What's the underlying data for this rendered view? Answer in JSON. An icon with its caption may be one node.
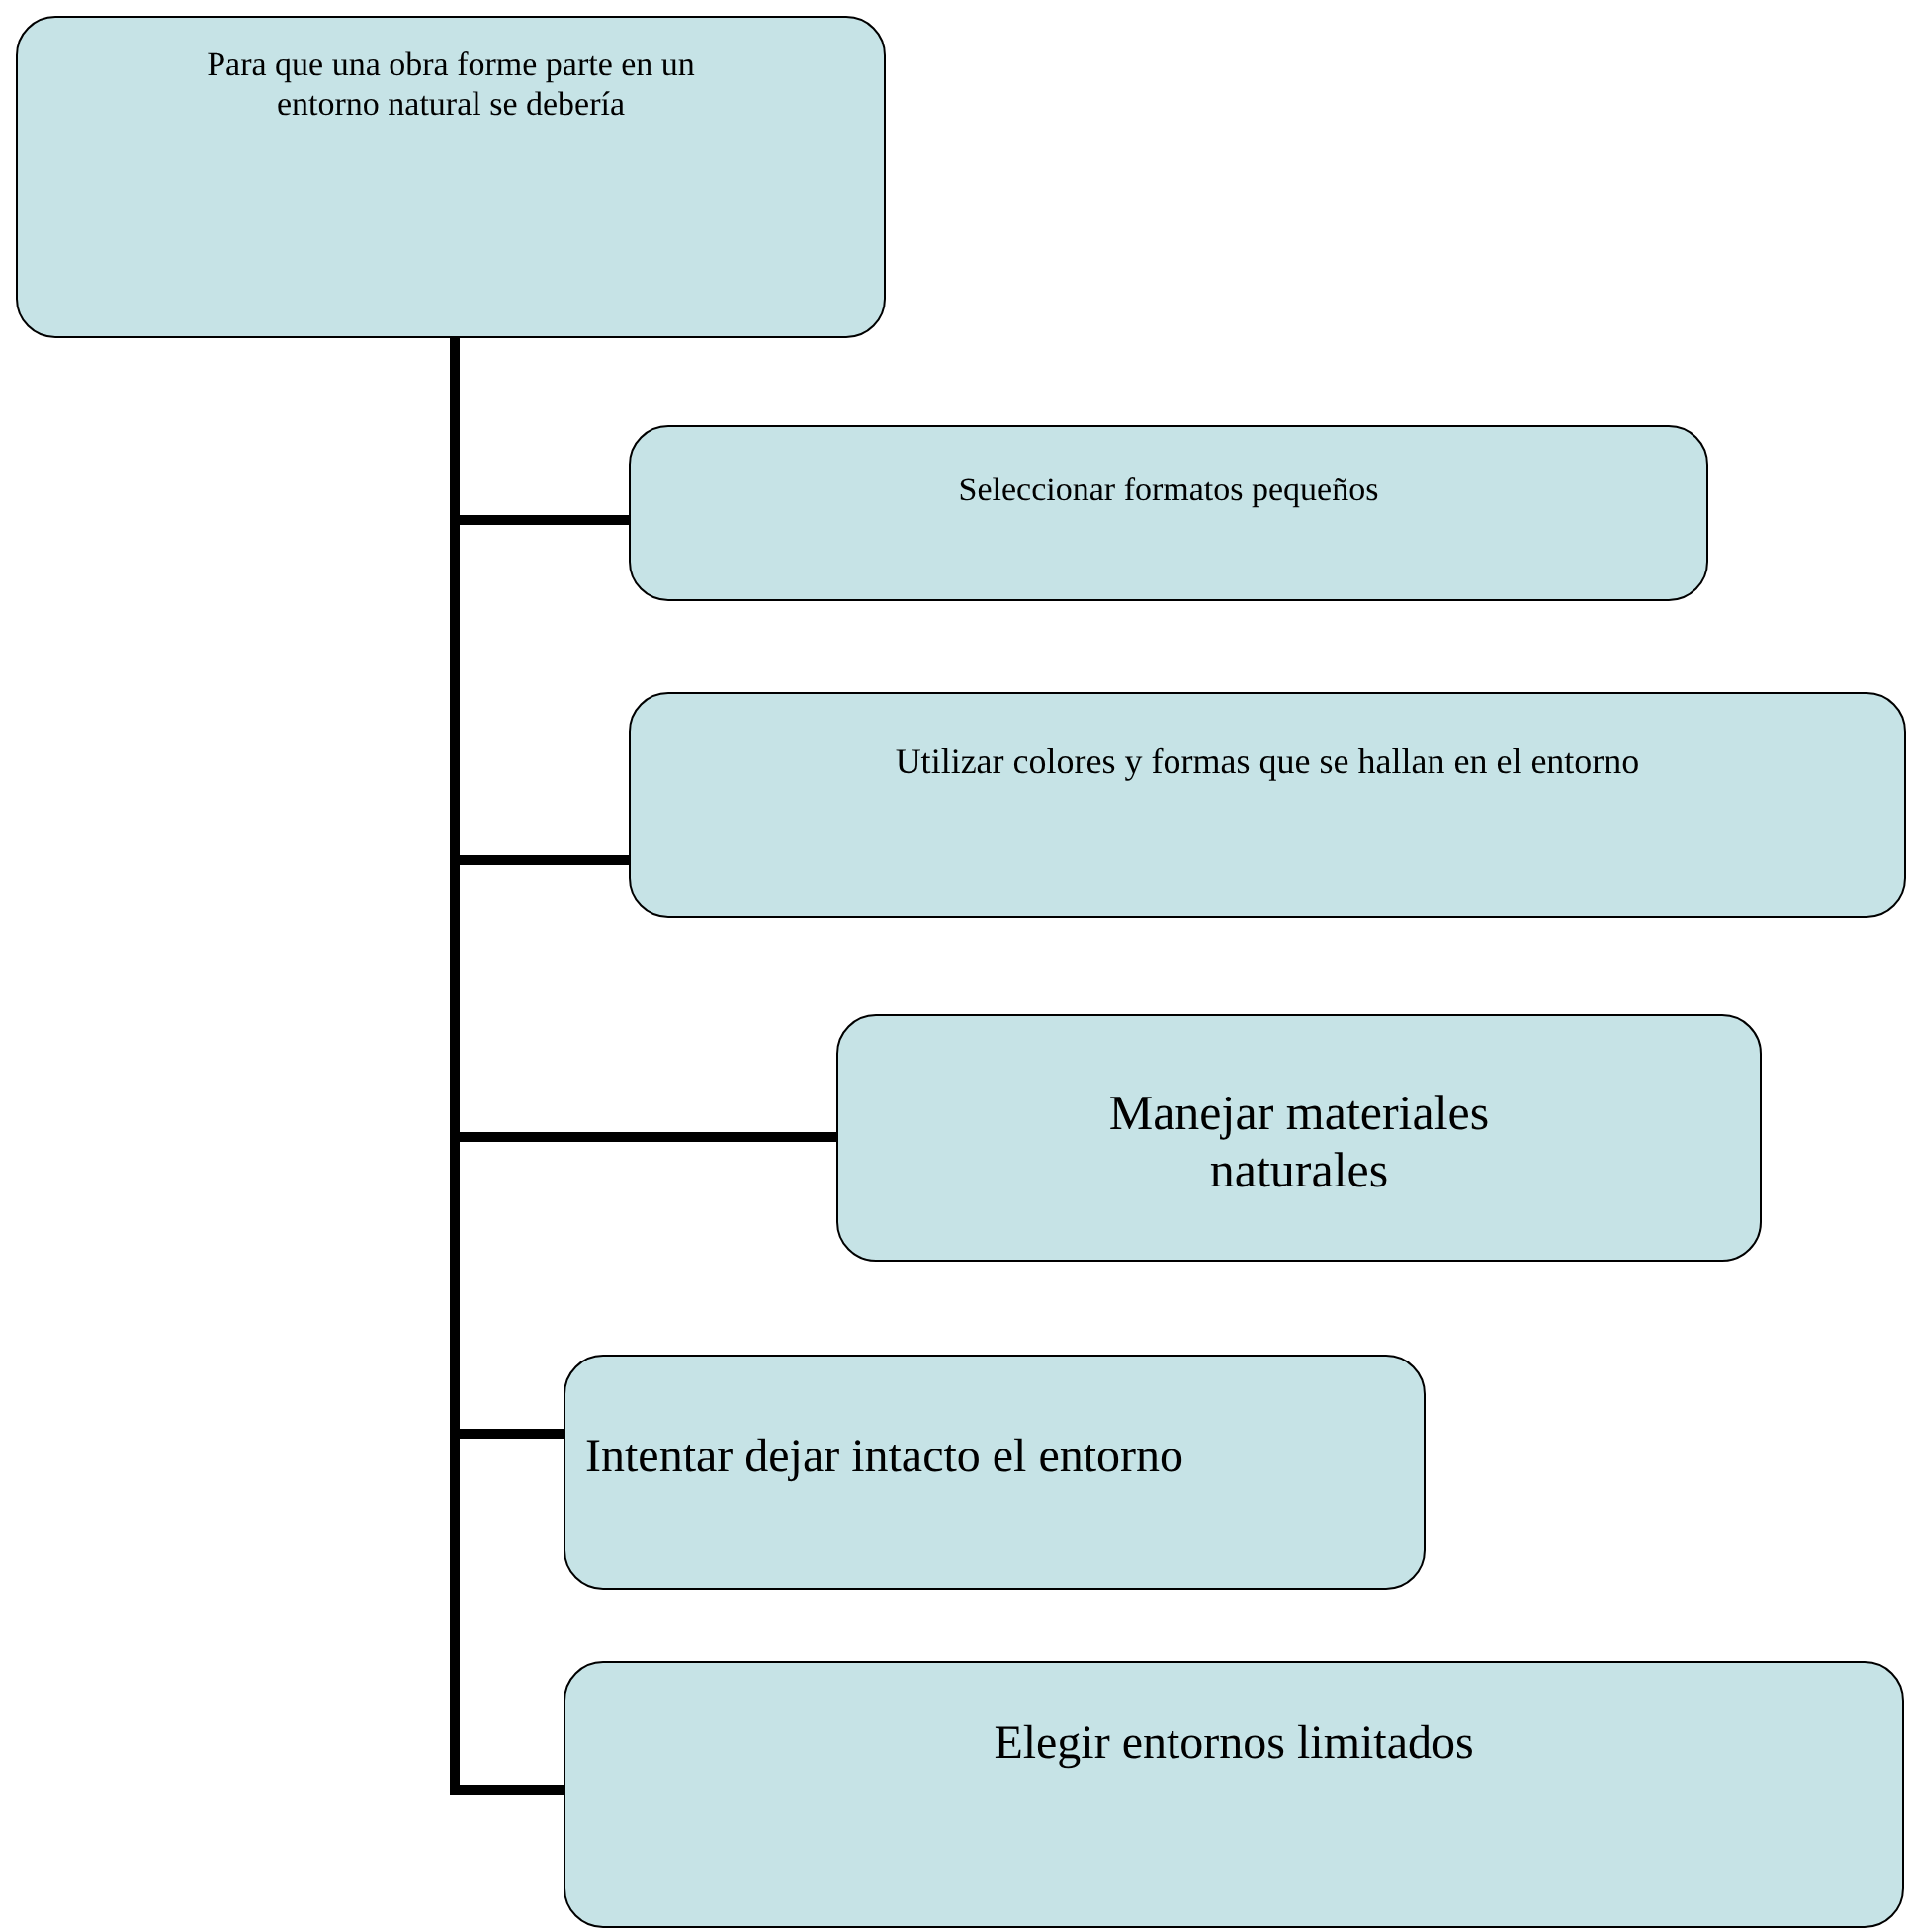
{
  "diagram": {
    "nodes": [
      {
        "text": [
          "Para que una obra forme parte en un entorno natural se debería"
        ]
      },
      {
        "text": [
          "Seleccionar formatos pequeños"
        ]
      },
      {
        "text": [
          "Utilizar colores y formas que se hallan en el entorno"
        ]
      },
      {
        "text": [
          "Manejar materiales naturales"
        ]
      },
      {
        "text": [
          "Intentar dejar intacto el entorno"
        ]
      },
      {
        "text": [
          "Elegir entornos limitados"
        ]
      }
    ],
    "edges": [
      {
        "from": 0,
        "to": 1,
        "arrow": "none"
      },
      {
        "from": 0,
        "to": 2,
        "arrow": "none"
      },
      {
        "from": 0,
        "to": 3,
        "arrow": "none"
      },
      {
        "from": 0,
        "to": 4,
        "arrow": "none"
      },
      {
        "from": 0,
        "to": 5,
        "arrow": "none"
      }
    ]
  }
}
